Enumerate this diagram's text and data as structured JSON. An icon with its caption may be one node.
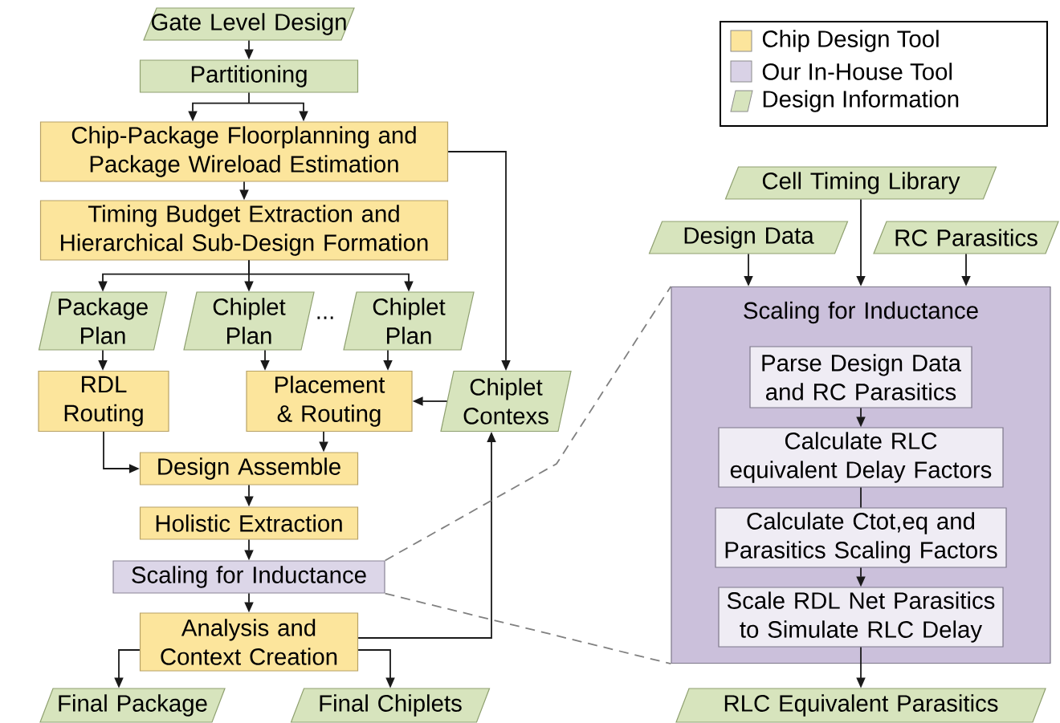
{
  "diagram": {
    "nodes": [
      {
        "text": [
          "Gate Level Design"
        ]
      },
      {
        "text": [
          "Partitioning"
        ]
      },
      {
        "text": [
          "Chip-Package Floorplanning and Package Wireload Estimation"
        ]
      },
      {
        "text": [
          "Timing Budget Extraction and Hierarchical Sub-Design Formation"
        ]
      },
      {
        "text": [
          "Package Plan"
        ]
      },
      {
        "text": [
          "Chiplet Plan"
        ]
      },
      {
        "text": [
          "Chiplet Plan"
        ]
      },
      {
        "text": [
          "RDL Routing"
        ]
      },
      {
        "text": [
          "Placement & Routing"
        ]
      },
      {
        "text": [
          "Chiplet Contexs"
        ]
      },
      {
        "text": [
          "Design Assemble"
        ]
      },
      {
        "text": [
          "Holistic Extraction"
        ]
      },
      {
        "text": [
          "Scaling for Inductance"
        ]
      },
      {
        "text": [
          "Analysis and Context Creation"
        ]
      },
      {
        "text": [
          "Final Package"
        ]
      },
      {
        "text": [
          "Final Chiplets"
        ]
      },
      {
        "text": [
          "Cell Timing Library"
        ]
      },
      {
        "text": [
          "Design Data"
        ]
      },
      {
        "text": [
          "RC Parasitics"
        ]
      },
      {
        "text": [
          "Scaling for Inductance"
        ]
      },
      {
        "text": [
          "Parse Design Data and RC Parasitics"
        ],
        "in": 19
      },
      {
        "text": [
          "Calculate RLC equivalent Delay Factors"
        ],
        "in": 19
      },
      {
        "text": [
          "Calculate Ctot,eq and Parasitics Scaling Factors"
        ],
        "in": 19
      },
      {
        "text": [
          "Scale RDL Net Parasitics to Simulate RLC Delay"
        ],
        "in": 19
      },
      {
        "text": [
          "RLC Equivalent Parasitics"
        ]
      }
    ],
    "edges": [
      {
        "from": 0,
        "to": 1,
        "arrow": "to"
      },
      {
        "from": 1,
        "to": 2,
        "arrow": "to"
      },
      {
        "from": 2,
        "to": 3,
        "arrow": "to"
      },
      {
        "from": 2,
        "to": 9,
        "arrow": "to"
      },
      {
        "from": 3,
        "to": 4,
        "arrow": "to"
      },
      {
        "from": 3,
        "to": 5,
        "arrow": "to"
      },
      {
        "from": 3,
        "to": 6,
        "arrow": "to"
      },
      {
        "from": 4,
        "to": 7,
        "arrow": "to"
      },
      {
        "from": 5,
        "to": 8,
        "arrow": "to"
      },
      {
        "from": 6,
        "to": 8,
        "arrow": "to"
      },
      {
        "from": 9,
        "to": 8,
        "arrow": "to"
      },
      {
        "from": 7,
        "to": 10,
        "arrow": "to"
      },
      {
        "from": 8,
        "to": 10,
        "arrow": "to"
      },
      {
        "from": 10,
        "to": 11,
        "arrow": "to"
      },
      {
        "from": 11,
        "to": 12,
        "arrow": "to"
      },
      {
        "from": 12,
        "to": 13,
        "arrow": "to"
      },
      {
        "from": 13,
        "to": 9,
        "arrow": "to"
      },
      {
        "from": 13,
        "to": 14,
        "arrow": "to"
      },
      {
        "from": 13,
        "to": 15,
        "arrow": "to"
      },
      {
        "from": 17,
        "to": 19,
        "arrow": "to"
      },
      {
        "from": 16,
        "to": 19,
        "arrow": "to"
      },
      {
        "from": 18,
        "to": 19,
        "arrow": "to"
      },
      {
        "from": 20,
        "to": 21,
        "arrow": "to"
      },
      {
        "from": 21,
        "to": 22,
        "arrow": "none"
      },
      {
        "from": 22,
        "to": 23,
        "arrow": "to"
      },
      {
        "from": 23,
        "to": 24,
        "arrow": "to"
      },
      {
        "from": 12,
        "to": 19,
        "arrow": "none",
        "style": "dashed",
        "color": "#808080"
      },
      {
        "from": 12,
        "to": 19,
        "arrow": "none",
        "style": "dashed",
        "color": "#808080"
      }
    ],
    "labels": [
      "..."
    ],
    "legend": [
      {
        "text": "Chip Design Tool",
        "color": "#fce59c"
      },
      {
        "text": "Our In-House Tool",
        "color": "#d9d2e6"
      },
      {
        "text": "Design Information",
        "color": "#d7e4bd"
      }
    ]
  }
}
